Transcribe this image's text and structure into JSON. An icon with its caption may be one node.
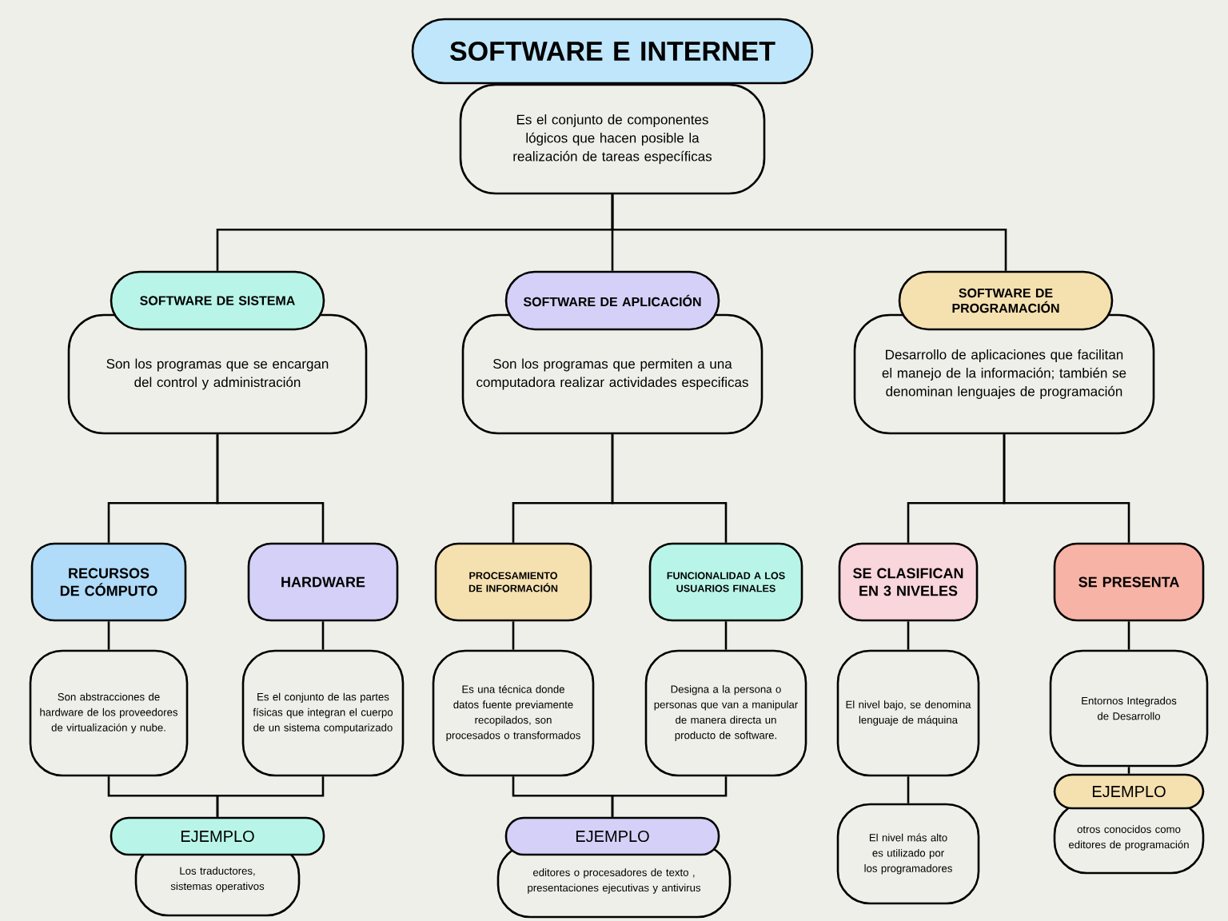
{
  "diagram": {
    "nodes": [
      {
        "text": [
          "SOFTWARE E INTERNET"
        ]
      },
      {
        "text": [
          "Es el conjunto de componentes lógicos que hacen posible la realización de tareas específicas"
        ]
      },
      {
        "text": [
          "SOFTWARE DE SISTEMA"
        ]
      },
      {
        "text": [
          "Son los programas que se encargan del control y administración"
        ]
      },
      {
        "text": [
          "SOFTWARE DE APLICACIÓN"
        ]
      },
      {
        "text": [
          "Son los programas que permiten a una computadora realizar actividades especificas"
        ]
      },
      {
        "text": [
          "SOFTWARE DE PROGRAMACIÓN"
        ]
      },
      {
        "text": [
          "Desarrollo de aplicaciones que facilitan el manejo de la información; también se denominan lenguajes de programación"
        ]
      },
      {
        "text": [
          "RECURSOS DE CÓMPUTO"
        ]
      },
      {
        "text": [
          "Son abstracciones de hardware de los proveedores de virtualización y nube."
        ]
      },
      {
        "text": [
          "HARDWARE"
        ]
      },
      {
        "text": [
          "Es el conjunto de las partes físicas que integran el cuerpo de un sistema computarizado"
        ]
      },
      {
        "text": [
          "PROCESAMIENTO DE INFORMACIÓN"
        ]
      },
      {
        "text": [
          "Es una técnica donde datos fuente previamente recopilados, son procesados o transformados"
        ]
      },
      {
        "text": [
          "FUNCIONALIDAD A LOS USUARIOS FINALES"
        ]
      },
      {
        "text": [
          "Designa a la persona o personas que van a manipular de manera directa un producto de software."
        ]
      },
      {
        "text": [
          "SE CLASIFICAN EN 3 NIVELES"
        ]
      },
      {
        "text": [
          "El nivel bajo, se denomina lenguaje de máquina"
        ]
      },
      {
        "text": [
          "El nivel más alto es utilizado por los programadores"
        ]
      },
      {
        "text": [
          "SE PRESENTA"
        ]
      },
      {
        "text": [
          "Entornos Integrados de Desarrollo"
        ]
      },
      {
        "text": [
          "EJEMPLO"
        ]
      },
      {
        "text": [
          "Los traductores, sistemas operativos"
        ]
      },
      {
        "text": [
          "EJEMPLO"
        ]
      },
      {
        "text": [
          "editores o procesadores de texto , presentaciones ejecutivas y antivirus"
        ]
      },
      {
        "text": [
          "EJEMPLO"
        ]
      },
      {
        "text": [
          "otros conocidos como editores de programación"
        ]
      }
    ],
    "edges": [
      {
        "from": 1,
        "to": 2,
        "arrow": "none"
      },
      {
        "from": 1,
        "to": 4,
        "arrow": "none"
      },
      {
        "from": 1,
        "to": 6,
        "arrow": "none"
      },
      {
        "from": 3,
        "to": 8,
        "arrow": "none"
      },
      {
        "from": 3,
        "to": 10,
        "arrow": "none"
      },
      {
        "from": 5,
        "to": 12,
        "arrow": "none"
      },
      {
        "from": 5,
        "to": 14,
        "arrow": "none"
      },
      {
        "from": 7,
        "to": 16,
        "arrow": "none"
      },
      {
        "from": 7,
        "to": 19,
        "arrow": "none"
      },
      {
        "from": 8,
        "to": 9,
        "arrow": "none"
      },
      {
        "from": 10,
        "to": 11,
        "arrow": "none"
      },
      {
        "from": 12,
        "to": 13,
        "arrow": "none"
      },
      {
        "from": 14,
        "to": 15,
        "arrow": "none"
      },
      {
        "from": 16,
        "to": 17,
        "arrow": "none"
      },
      {
        "from": 17,
        "to": 18,
        "arrow": "none"
      },
      {
        "from": 19,
        "to": 20,
        "arrow": "none"
      },
      {
        "from": 20,
        "to": 25,
        "arrow": "none"
      },
      {
        "from": 9,
        "to": 21,
        "arrow": "none"
      },
      {
        "from": 11,
        "to": 21,
        "arrow": "none"
      },
      {
        "from": 13,
        "to": 23,
        "arrow": "none"
      },
      {
        "from": 15,
        "to": 23,
        "arrow": "none"
      }
    ]
  }
}
